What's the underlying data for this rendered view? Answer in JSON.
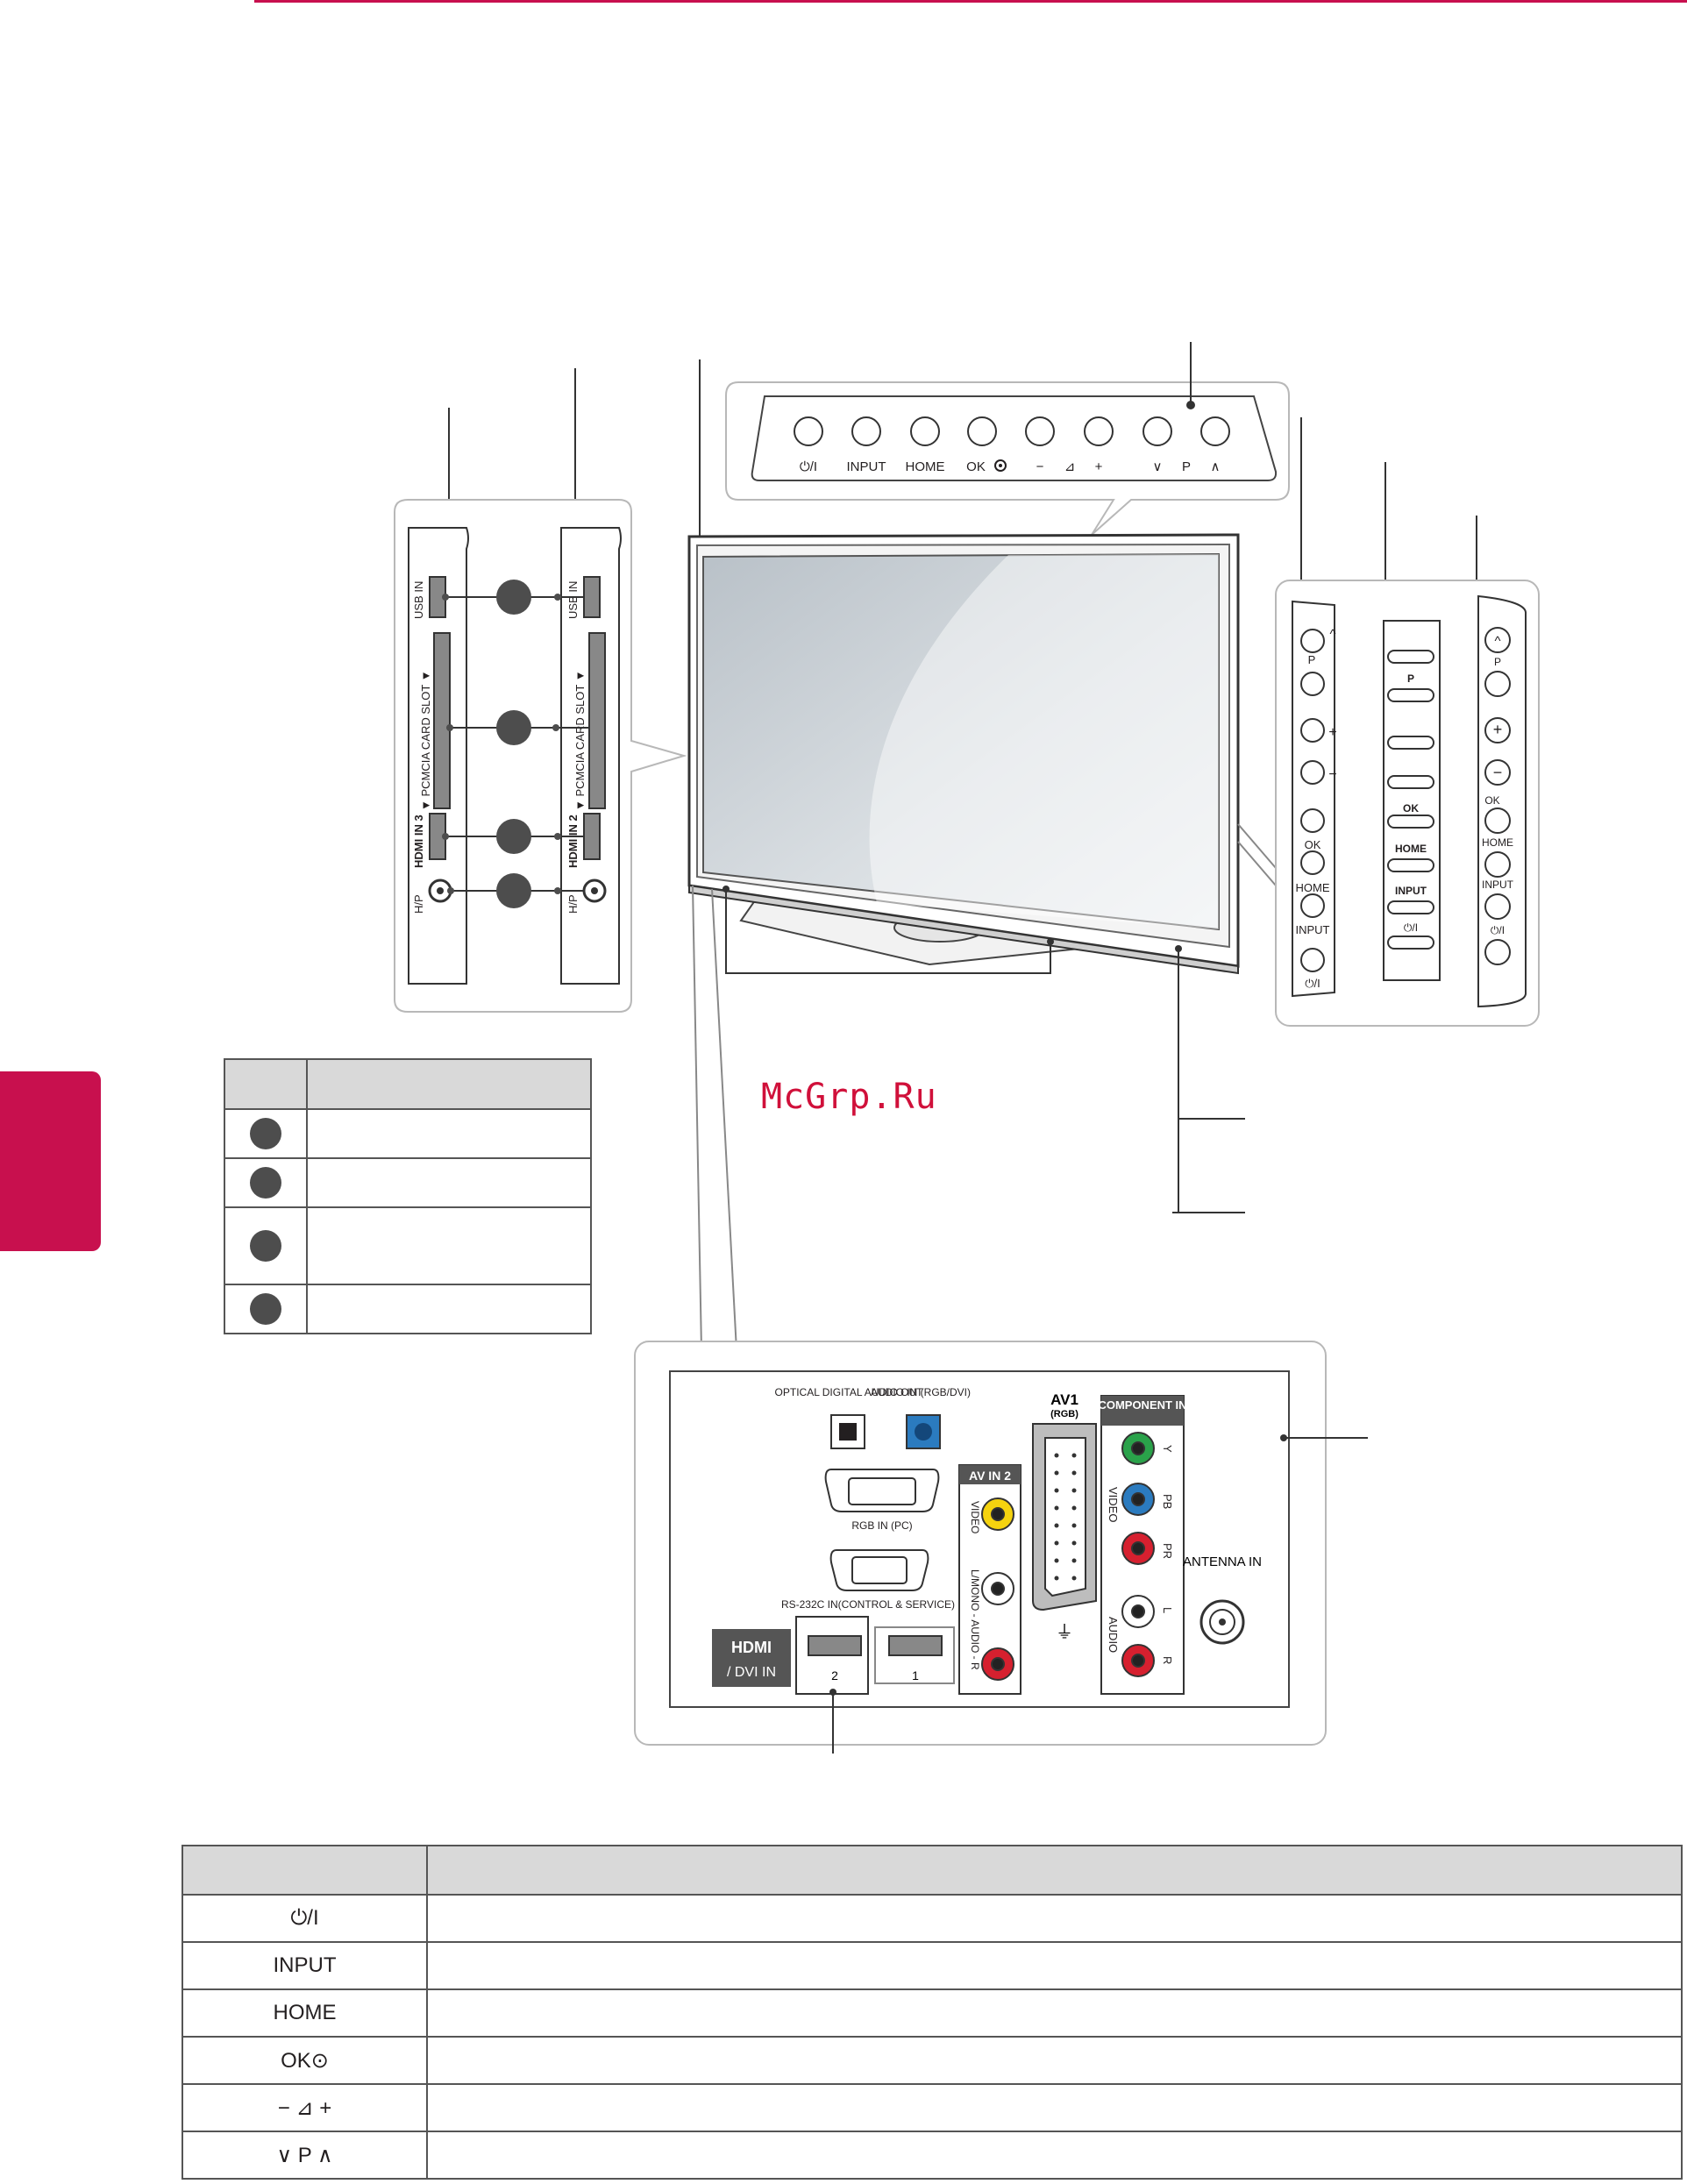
{
  "page": {
    "watermark": "McGrp.Ru"
  },
  "top_buttons": [
    "⏻/I",
    "INPUT",
    "HOME",
    "OK",
    "−",
    "⊿",
    "+",
    "∨",
    "P",
    "∧"
  ],
  "side_ports": {
    "usb": "USB IN",
    "pcmcia": "▼ PCMCIA CARD SLOT ▼",
    "hdmi3": "HDMI IN 3",
    "hdmi2": "HDMI IN 2",
    "hp": "H/P"
  },
  "side_panel_a": [
    "P",
    "OK",
    "HOME",
    "INPUT",
    "⏻/I"
  ],
  "side_panel_b": [
    "P",
    "OK",
    "HOME",
    "INPUT",
    "⏻/I"
  ],
  "side_panel_c": [
    "P",
    "OK",
    "HOME",
    "INPUT",
    "⏻/I"
  ],
  "rear_panel": {
    "optical": "OPTICAL DIGITAL AUDIO OUT",
    "audio_in": "AUDIO IN (RGB/DVI)",
    "rgb_in": "RGB IN (PC)",
    "rs232": "RS-232C IN(CONTROL & SERVICE)",
    "hdmi_dvi": "/ DVI IN",
    "hdmi_logo": "HDMI",
    "hdmi_port_2": "2",
    "hdmi_port_1": "1",
    "av_in_2": "AV IN 2",
    "av_video": "VIDEO",
    "av_audio": "L/MONO - AUDIO - R",
    "av1": "AV1",
    "av1_sub": "(RGB)",
    "component": "COMPONENT IN",
    "comp_video": "VIDEO",
    "comp_audio": "AUDIO",
    "y": "Y",
    "pb": "PB",
    "pr": "PR",
    "l": "L",
    "r": "R",
    "antenna": "ANTENNA IN"
  },
  "legend": {
    "rows": 4
  },
  "button_table": {
    "rows": [
      "⏻/I",
      "INPUT",
      "HOME",
      "OK⊙",
      "−  ⊿  +",
      "∨   P   ∧"
    ]
  }
}
